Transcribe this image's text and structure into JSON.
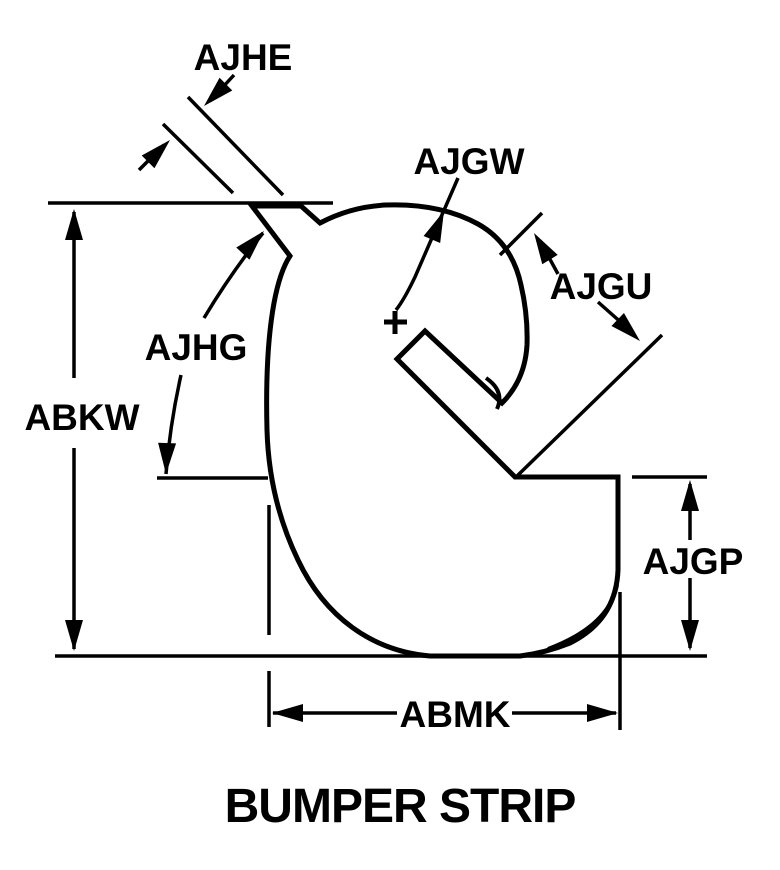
{
  "title": "BUMPER STRIP",
  "colors": {
    "ink": "#000000",
    "background": "#ffffff"
  },
  "dimension_labels": {
    "ajhe": "AJHE",
    "ajgw": "AJGW",
    "ajgu": "AJGU",
    "ajhg": "AJHG",
    "abkw": "ABKW",
    "ajgp": "AJGP",
    "abmk": "ABMK"
  }
}
